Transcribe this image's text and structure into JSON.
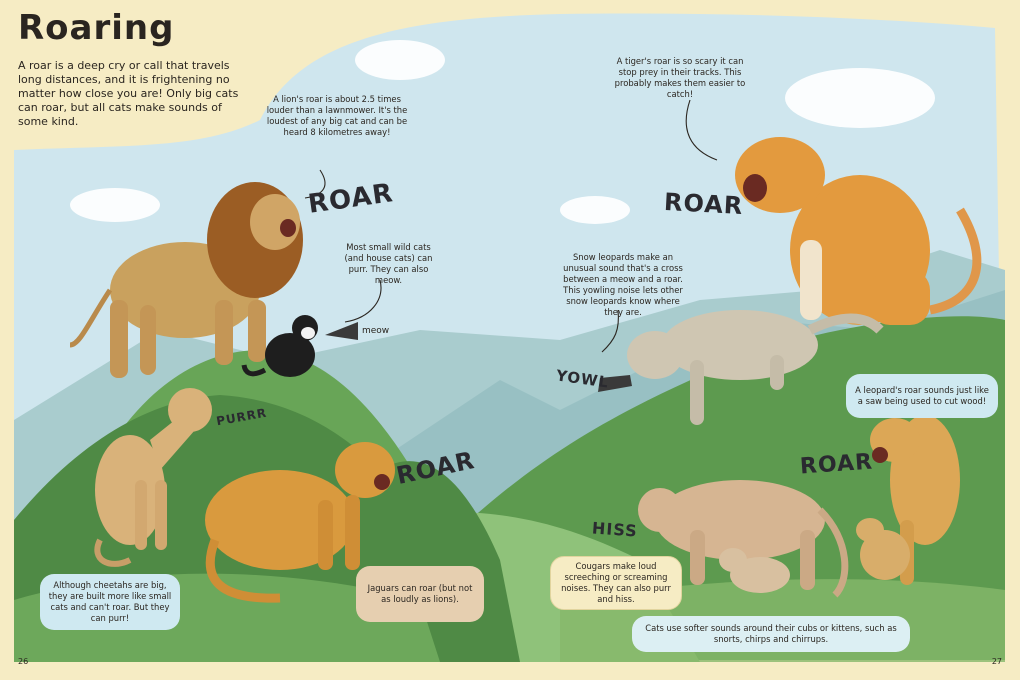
{
  "heading": "Roaring",
  "intro": "A roar is a deep cry or call that travels long distances, and it is frightening no matter how close you are! Only big cats can roar, but all cats make sounds of some kind.",
  "notes": {
    "lion": "A lion's roar is about 2.5 times louder than a lawnmower. It's the loudest of any big cat and can be heard 8 kilometres away!",
    "small_cats": "Most small wild cats (and house cats) can purr. They can also meow.",
    "tiger": "A tiger's roar is so scary it can stop prey in their tracks. This probably makes them easier to catch!",
    "snow_leopard": "Snow leopards make an unusual sound that's a cross between a meow and a roar. This yowling noise lets other snow leopards know where they are."
  },
  "bubbles": {
    "cheetah": "Although cheetahs are big, they are built more like small cats and can't roar. But they can purr!",
    "jaguar": "Jaguars can roar (but not as loudly as lions).",
    "cougar": "Cougars make loud screeching or screaming noises. They can also purr and hiss.",
    "leopard": "A leopard's roar sounds just like a saw being used to cut wood!",
    "cubs": "Cats use softer sounds around their cubs or kittens, such as snorts, chirps and chirrups."
  },
  "sounds": {
    "lion": "ROAR",
    "tiger": "ROAR",
    "jaguar": "ROAR",
    "leopard": "ROAR",
    "yowl": "YOWL",
    "hiss": "HISS",
    "purr": "PURRR",
    "meow": "meow"
  },
  "pages": {
    "left": "26",
    "right": "27"
  },
  "colors": {
    "page": "#f6ecc4",
    "sky": "#cfe6ee",
    "mountain": "#a9ccce",
    "hill_dark": "#4f8a45",
    "hill_light": "#86b86a",
    "bubble_blue": "#cfe9f1",
    "bubble_tan": "#e6cfb0",
    "bubble_cream": "#f6ecc4"
  }
}
